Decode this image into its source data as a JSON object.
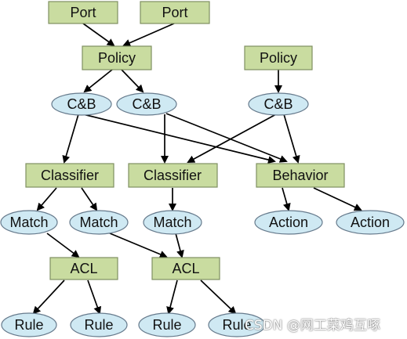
{
  "nodes": {
    "port_1": "Port",
    "port_2": "Port",
    "policy_1": "Policy",
    "policy_2": "Policy",
    "cb_1": "C&B",
    "cb_2": "C&B",
    "cb_3": "C&B",
    "classifier_1": "Classifier",
    "classifier_2": "Classifier",
    "behavior": "Behavior",
    "match_1": "Match",
    "match_2": "Match",
    "match_3": "Match",
    "action_1": "Action",
    "action_2": "Action",
    "acl_1": "ACL",
    "acl_2": "ACL",
    "rule_1": "Rule",
    "rule_2": "Rule",
    "rule_3": "Rule",
    "rule_4": "Rule"
  },
  "watermark": "CSDN @网工菜鸡互啄",
  "colors": {
    "box_fill": "#c9dca0",
    "ellipse_fill": "#cfe9f3"
  }
}
